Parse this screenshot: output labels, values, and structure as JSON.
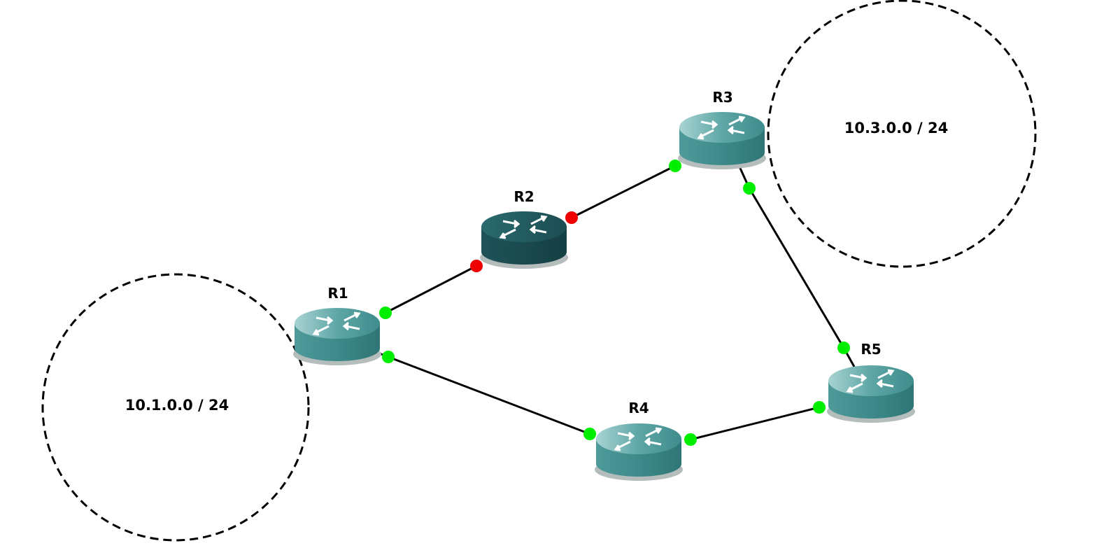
{
  "networks": [
    {
      "id": "net-a",
      "label": "10.1.0.0 / 24"
    },
    {
      "id": "net-b",
      "label": "10.3.0.0 / 24"
    }
  ],
  "routers": [
    {
      "id": "R1",
      "label": "R1",
      "state": "active"
    },
    {
      "id": "R2",
      "label": "R2",
      "state": "inactive"
    },
    {
      "id": "R3",
      "label": "R3",
      "state": "active"
    },
    {
      "id": "R4",
      "label": "R4",
      "state": "active"
    },
    {
      "id": "R5",
      "label": "R5",
      "state": "active"
    }
  ],
  "links": [
    {
      "from": "R1",
      "to": "R2",
      "from_status": "up",
      "to_status": "down"
    },
    {
      "from": "R2",
      "to": "R3",
      "from_status": "down",
      "to_status": "up"
    },
    {
      "from": "R3",
      "to": "R5",
      "from_status": "up",
      "to_status": "up"
    },
    {
      "from": "R1",
      "to": "R4",
      "from_status": "up",
      "to_status": "up"
    },
    {
      "from": "R4",
      "to": "R5",
      "from_status": "up",
      "to_status": "up"
    }
  ],
  "colors": {
    "status_up": "#00ee00",
    "status_down": "#ee0000",
    "router_active": "#3f8f8f",
    "router_inactive": "#1d5055",
    "background": "#ffffff"
  },
  "icons": {
    "router": "router-icon"
  }
}
